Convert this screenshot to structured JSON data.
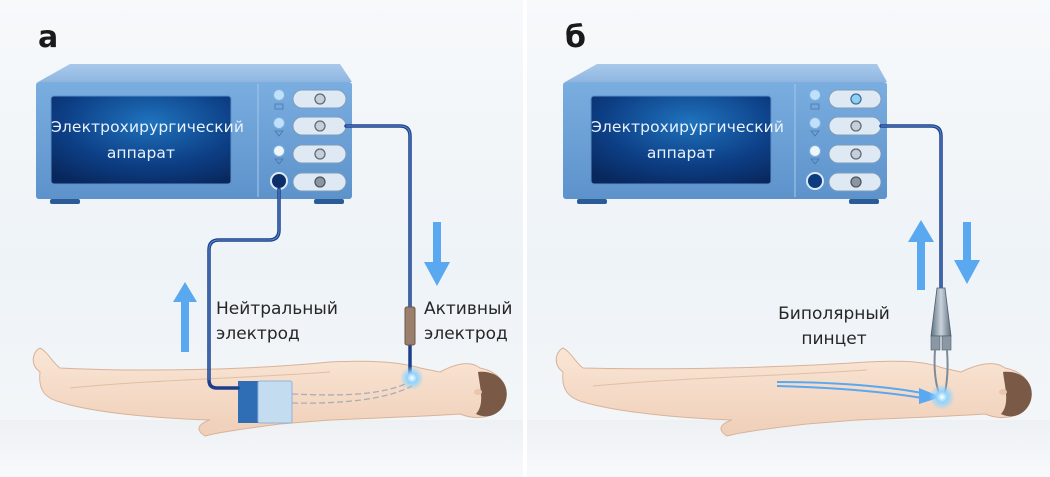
{
  "figure": {
    "panels": [
      {
        "id": "a",
        "letter": "а",
        "device": {
          "screen_line1": "Электрохирургический",
          "screen_line2": "аппарат"
        },
        "labels": {
          "neutral_line1": "Нейтральный",
          "neutral_line2": "электрод",
          "active_line1": "Активный",
          "active_line2": "электрод"
        },
        "arrows": [
          {
            "direction": "up",
            "meaning": "current-return"
          },
          {
            "direction": "down",
            "meaning": "current-supply"
          }
        ]
      },
      {
        "id": "b",
        "letter": "б",
        "device": {
          "screen_line1": "Электрохирургический",
          "screen_line2": "аппарат"
        },
        "labels": {
          "bipolar_line1": "Биполярный",
          "bipolar_line2": "пинцет"
        },
        "arrows": [
          {
            "direction": "up",
            "meaning": "current-return"
          },
          {
            "direction": "down",
            "meaning": "current-supply"
          }
        ]
      }
    ],
    "colors": {
      "device_body": "#6fa3d6",
      "device_screen": "#0d3d82",
      "cable": "#1e3f8a",
      "arrow": "#5aa8f0",
      "skin": "#f6dcc8",
      "hair": "#7a5a47",
      "pad_dark": "#2f6db5",
      "pad_light": "#bcd7ee"
    }
  }
}
